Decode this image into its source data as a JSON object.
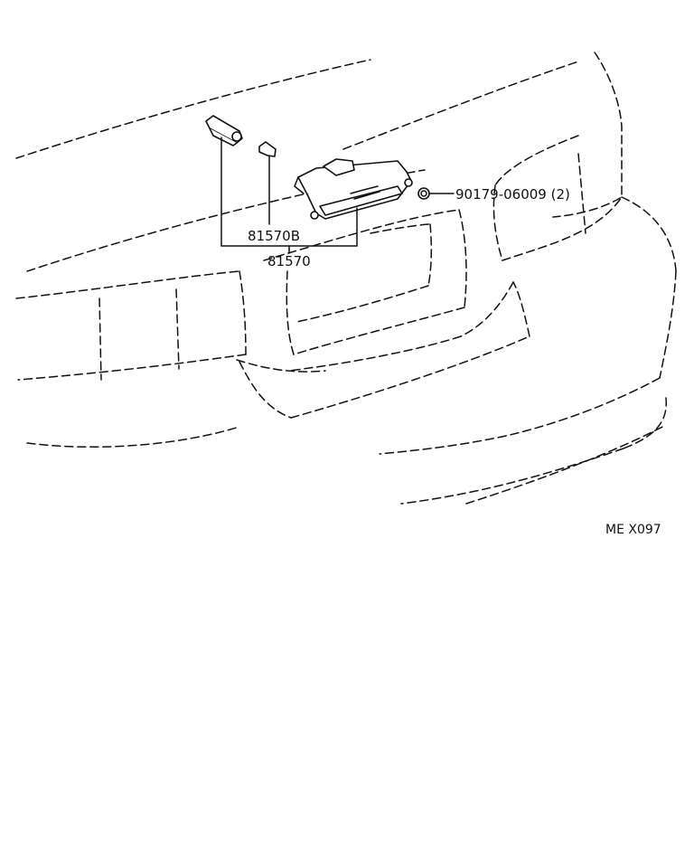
{
  "labels": {
    "bulb_part": "81570B",
    "lamp_assembly": "81570",
    "screw_part": "90179-06009 (2)"
  },
  "figure_code": "ME X097"
}
